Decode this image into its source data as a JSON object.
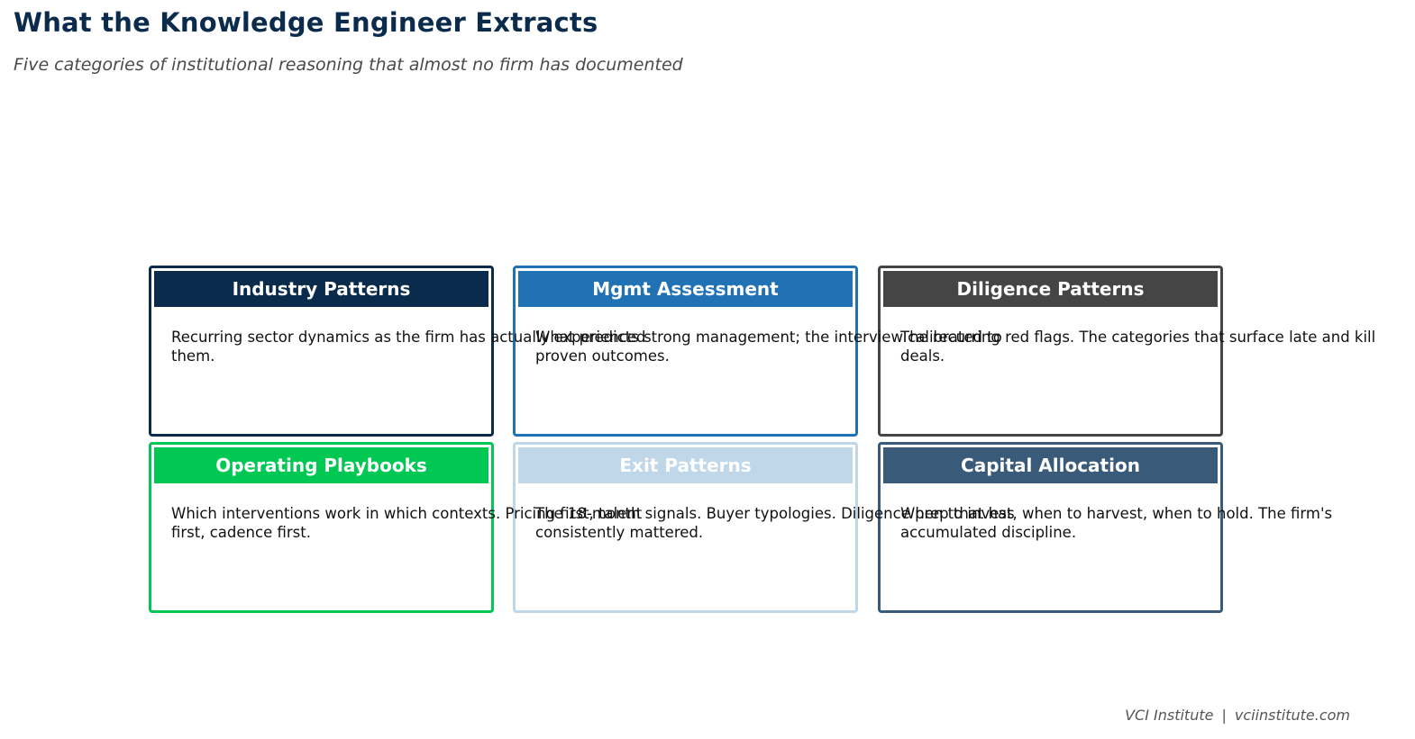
{
  "title": "What the Knowledge Engineer Extracts",
  "subtitle": "Five categories of institutional reasoning that almost no firm has documented",
  "cards": [
    {
      "heading": "Industry Patterns",
      "body": "Recurring sector dynamics as the firm has actually experienced them.",
      "color": "#0b2b4c"
    },
    {
      "heading": "Mgmt Assessment",
      "body": "What predicts strong management; the interview calibrated to proven outcomes.",
      "color": "#2171b5"
    },
    {
      "heading": "Diligence Patterns",
      "body": "The recurring red flags. The categories that surface late and kill deals.",
      "color": "#454545"
    },
    {
      "heading": "Operating Playbooks",
      "body": "Which interventions work in which contexts. Pricing first, talent first, cadence first.",
      "color": "#00c853"
    },
    {
      "heading": "Exit Patterns",
      "body": "The 18-month signals. Buyer typologies. Diligence prep that has consistently mattered.",
      "color": "#c0d7ea"
    },
    {
      "heading": "Capital Allocation",
      "body": "When to invest, when to harvest, when to hold. The firm's accumulated discipline.",
      "color": "#3a5a7a"
    }
  ],
  "footer": {
    "org": "VCI Institute",
    "separator": "|",
    "site": "vciinstitute.com"
  }
}
